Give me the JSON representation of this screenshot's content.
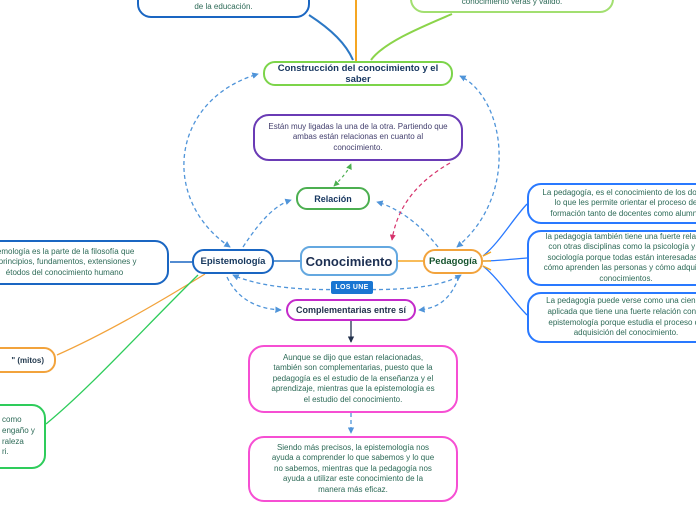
{
  "palette": {
    "blue_node": "#1a66c2",
    "light_blue_node": "#64a8e0",
    "blue_note": "#2979ff",
    "green_light": "#7cd44a",
    "green": "#4caf50",
    "green_vivid": "#2ecc5b",
    "orange": "#f2a33c",
    "purple": "#6a3bb5",
    "magenta": "#c32aca",
    "pink": "#f64fd3",
    "tag_blue": "#1976d2",
    "note_text": "#2d6a57",
    "dashed_connector": "#4f94d9",
    "red_connector": "#d6336c"
  },
  "nodes": {
    "top_left_note": {
      "text": "de la educación."
    },
    "top_right_note": {
      "text": "conocimiento veras y válido."
    },
    "construccion": {
      "label": "Construcción del conocimiento y el saber"
    },
    "purple_note": {
      "text": "Están muy ligadas la una de la otra. Partiendo que\nambas están relacionas en cuanto al\nconocimiento."
    },
    "relacion": {
      "label": "Relación"
    },
    "epistemologia": {
      "label": "Epistemología"
    },
    "conocimiento": {
      "label": "Conocimiento"
    },
    "pedagogia": {
      "label": "Pedagogía"
    },
    "los_une": {
      "label": "LOS UNE"
    },
    "complementarias": {
      "label": "Complementarias entre sí"
    },
    "left_note": {
      "text": "temología es la parte de la filosofía que\ns principios, fundamentos, extensiones y\nétodos del conocimiento humano"
    },
    "right_note_1": {
      "text": "La pedagogía, es el conocimiento de los docen\nlo que les permite orientar el proceso de\nformación tanto de docentes como alumno"
    },
    "right_note_2": {
      "text": "la pedagogía también tiene una fuerte relació\ncon otras disciplinas como la psicología y la\nsociología porque todas están interesadas e\ncómo aprenden las personas y cómo adquiere\nconocimientos."
    },
    "right_note_3": {
      "text": "La pedagogía puede verse como una ciencia\naplicada que tiene una fuerte relación con la\nepistemología porque estudia el proceso de\nadquisición del conocimiento."
    },
    "mitos_note": {
      "text": "\" (mitos)"
    },
    "green_note": {
      "text": "como\nengaño y\nraleza\nri."
    },
    "pink_note_1": {
      "text": "Aunque se dijo que estan relacionadas,\ntambién son complementarias, puesto que la\npedagogía es el estudio de la enseñanza y el\naprendizaje, mientras que la epistemología es\nel estudio del conocimiento."
    },
    "pink_note_2": {
      "text": "Siendo más precisos, la epistemología nos\nayuda a comprender lo que sabemos y lo que\nno sabemos, mientras que la pedagogía nos\nayuda a utilizar este conocimiento de la\nmanera más eficaz."
    }
  }
}
